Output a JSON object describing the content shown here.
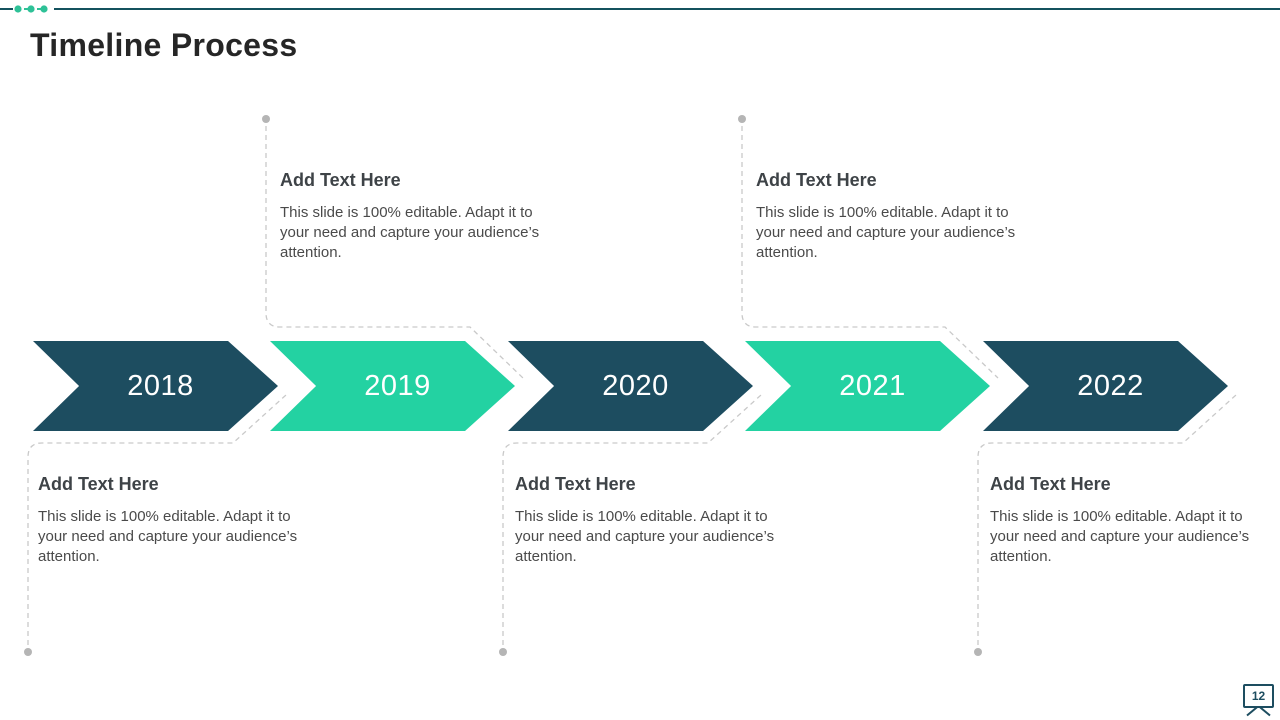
{
  "slide": {
    "title": "Timeline Process",
    "page_number": "12"
  },
  "timeline": {
    "items": [
      {
        "year": "2018",
        "color": "#1D4D60",
        "text_position": "bottom",
        "heading": "Add Text Here",
        "body": "This slide is 100% editable. Adapt it to your need and capture your audience’s attention."
      },
      {
        "year": "2019",
        "color": "#23D2A2",
        "text_position": "top",
        "heading": "Add Text Here",
        "body": "This slide is 100% editable. Adapt it to your need and capture your audience’s attention."
      },
      {
        "year": "2020",
        "color": "#1D4D60",
        "text_position": "bottom",
        "heading": "Add Text Here",
        "body": "This slide is 100% editable. Adapt it to your need and capture your audience’s attention."
      },
      {
        "year": "2021",
        "color": "#23D2A2",
        "text_position": "top",
        "heading": "Add Text Here",
        "body": "This slide is 100% editable. Adapt it to your need and capture your audience’s attention."
      },
      {
        "year": "2022",
        "color": "#1D4D60",
        "text_position": "bottom",
        "heading": "Add Text Here",
        "body": "This slide is 100% editable. Adapt it to your need and capture your audience’s attention."
      }
    ]
  },
  "colors": {
    "navy": "#1D4D60",
    "green": "#23D2A2",
    "top_line": "#14525E",
    "accent_dots": "#2EC197",
    "dashed_connector": "#C9C9C9",
    "connector_dot": "#B5B5B5",
    "title_text": "#262626",
    "heading_text": "#3E4347",
    "body_text": "#4A4A4A"
  }
}
